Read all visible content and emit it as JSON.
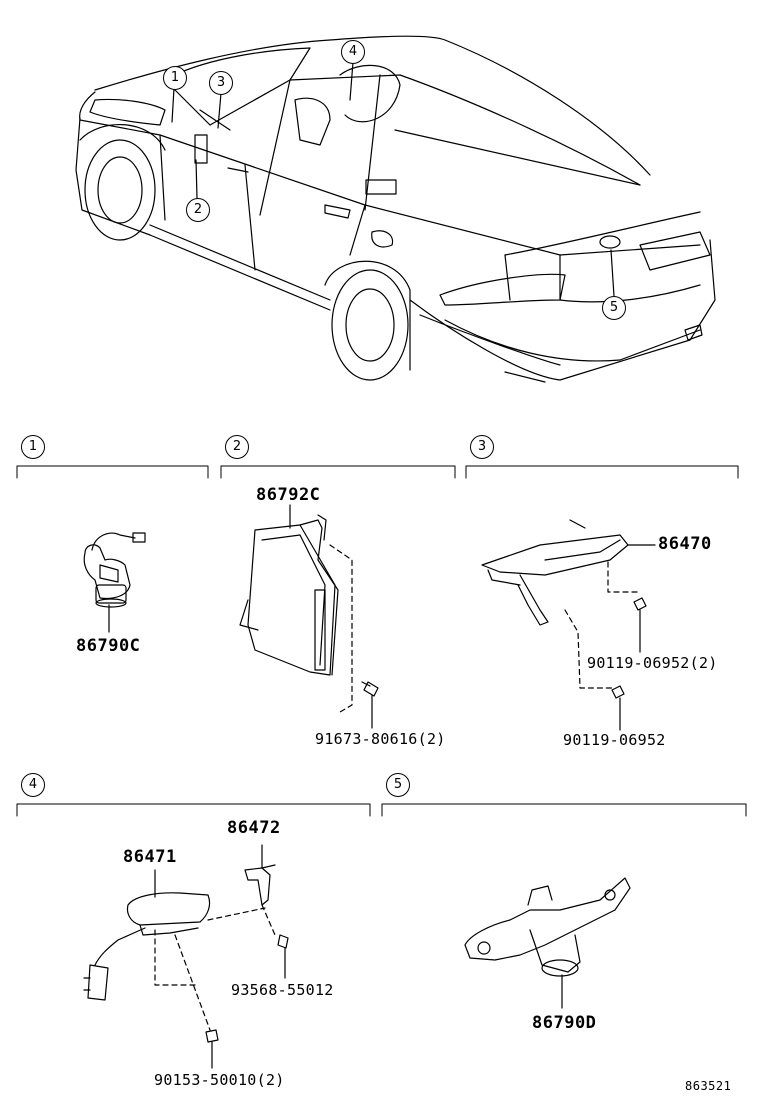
{
  "callouts": [
    "1",
    "2",
    "3",
    "4",
    "5"
  ],
  "section_headers": [
    "1",
    "2",
    "3",
    "4",
    "5"
  ],
  "parts": {
    "p86790C": "86790C",
    "p86792C": "86792C",
    "p91673": "91673-80616(2)",
    "p86470": "86470",
    "p90119a": "90119-06952(2)",
    "p90119b": "90119-06952",
    "p86472": "86472",
    "p86471": "86471",
    "p93568": "93568-55012",
    "p90153": "90153-50010(2)",
    "p86790D": "86790D"
  },
  "diagram_id": "863521"
}
